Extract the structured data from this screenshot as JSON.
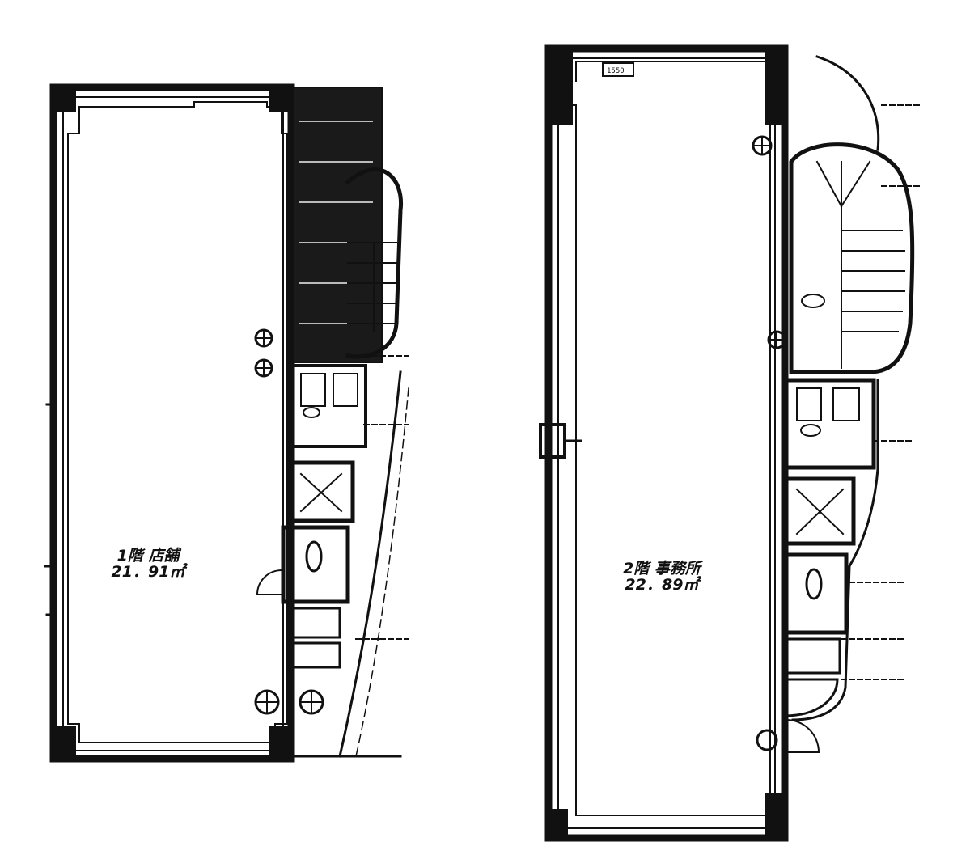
{
  "floors": [
    {
      "id": "1f",
      "line1": "1階 店舗",
      "line2": "21．91㎡"
    },
    {
      "id": "2f",
      "line1": "2階 事務所",
      "line2": "22．89㎡"
    }
  ],
  "dimension_2f": "1550",
  "colors": {
    "ink": "#111111",
    "paper": "#ffffff"
  }
}
